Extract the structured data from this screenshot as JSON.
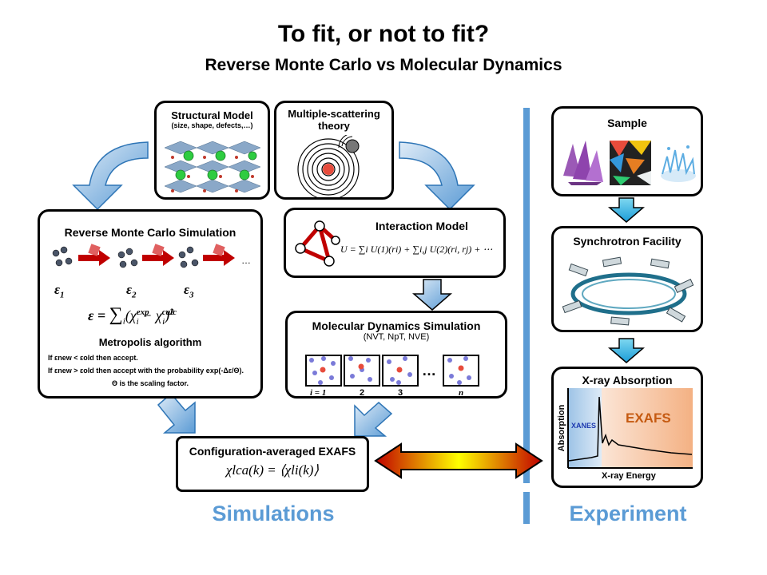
{
  "header": {
    "title": "To fit, or not to fit?",
    "subtitle": "Reverse Monte Carlo vs Molecular Dynamics"
  },
  "structural_model": {
    "title": "Structural Model",
    "subtitle": "(size, shape, defects,…)"
  },
  "multiple_scattering": {
    "title_line1": "Multiple-scattering",
    "title_line2": "theory"
  },
  "rmc": {
    "title": "Reverse Monte Carlo Simulation",
    "eps1": "ε",
    "eps1_sub": "1",
    "eps2": "ε",
    "eps2_sub": "2",
    "eps3": "ε",
    "eps3_sub": "3",
    "ellipsis": "…",
    "formula_lhs": "ε = ",
    "formula_sum": "∑",
    "formula_sum_sub": "i",
    "formula_body": "(χ",
    "formula_exp_sup": "exp",
    "formula_i_sub1": "i",
    "formula_minus": " − χ",
    "formula_calc_sup": "calc",
    "formula_i_sub2": "i",
    "formula_close": ")",
    "formula_pow": "2",
    "metropolis": "Metropolis algorithm",
    "rule1": "If εnew < εold then accept.",
    "rule2": "If εnew > εold then accept with the probability exp(-Δε/Θ).",
    "rule3": "Θ is the scaling factor."
  },
  "interaction": {
    "title": "Interaction Model",
    "formula": "U = ∑i U(1)(ri) + ∑i,j U(2)(ri, rj) + ⋯"
  },
  "md": {
    "title": "Molecular Dynamics Simulation",
    "ensembles": "(NVT, NpT, NVE)",
    "labels": [
      "i = 1",
      "2",
      "3",
      "n"
    ],
    "ellipsis": "…"
  },
  "exafs_avg": {
    "title": "Configuration-averaged EXAFS",
    "formula": "χlca(k) = ⟨χli(k)⟩"
  },
  "experiment_boxes": {
    "sample": "Sample",
    "synchrotron": "Synchrotron Facility",
    "xray": "X-ray Absorption"
  },
  "xas_plot": {
    "ylabel": "Absorption",
    "xlabel": "X-ray Energy",
    "xanes": "XANES",
    "exafs": "EXAFS"
  },
  "footer": {
    "simulations": "Simulations",
    "experiment": "Experiment"
  },
  "colors": {
    "accent_blue": "#5b9bd5",
    "arrow_red": "#c00000",
    "xanes_blue": "#bdd7ee",
    "exafs_orange": "#f4b183"
  }
}
